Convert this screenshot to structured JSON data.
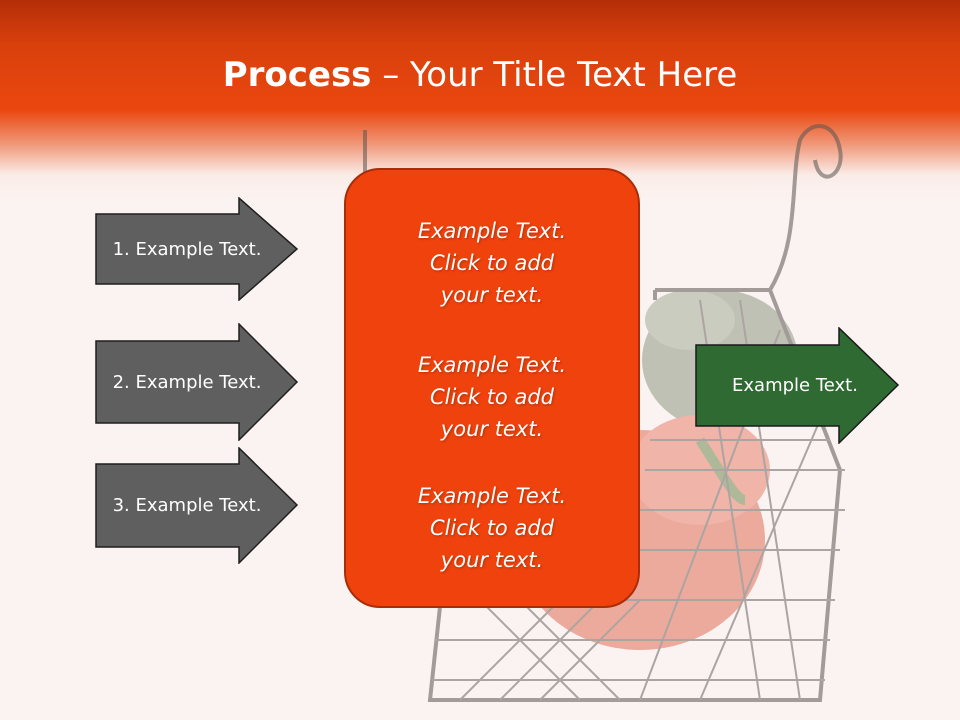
{
  "title": {
    "bold": "Process",
    "rest": " – Your Title Text Here"
  },
  "left_arrows": [
    {
      "label": "1. Example Text."
    },
    {
      "label": "2. Example Text."
    },
    {
      "label": "3. Example Text."
    }
  ],
  "center_box": {
    "items": [
      {
        "text": "Example Text.\nClick  to add\nyour text."
      },
      {
        "text": "Example Text.\nClick  to add\nyour text."
      },
      {
        "text": "Example Text.\nClick  to add\nyour text."
      }
    ]
  },
  "right_arrow": {
    "label": "Example Text."
  },
  "colors": {
    "header": "#ea470f",
    "box": "#ef420c",
    "left_arrow": "#5f5f5f",
    "right_arrow": "#2f6a33"
  }
}
